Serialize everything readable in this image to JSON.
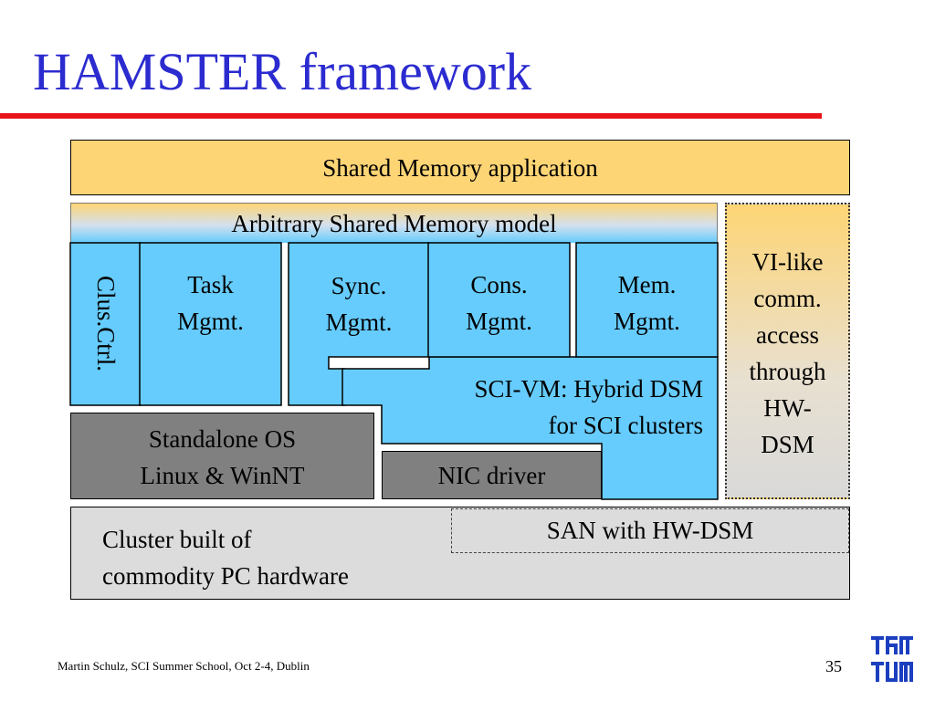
{
  "title": "HAMSTER framework",
  "diagram": {
    "app_layer": "Shared Memory application",
    "model_layer": "Arbitrary Shared Memory model",
    "clus_ctrl": "Clus.Ctrl.",
    "task_mgmt": [
      "Task",
      "Mgmt."
    ],
    "sync_mgmt": [
      "Sync.",
      "Mgmt."
    ],
    "cons_mgmt": [
      "Cons.",
      "Mgmt."
    ],
    "mem_mgmt": [
      "Mem.",
      "Mgmt."
    ],
    "sci_vm": [
      "SCI-VM: Hybrid DSM",
      "for SCI clusters"
    ],
    "vi_access": [
      "VI-like",
      "comm.",
      "access",
      "through",
      "HW-",
      "DSM"
    ],
    "standalone_os": [
      "Standalone OS",
      "Linux & WinNT"
    ],
    "nic_driver": "NIC driver",
    "cluster": [
      "Cluster built of",
      "commodity PC hardware"
    ],
    "san": "SAN with HW-DSM"
  },
  "footer": {
    "text": "Martin Schulz, SCI Summer School, Oct 2-4, Dublin",
    "page_number": "35"
  },
  "colors": {
    "title": "#2b2bd0",
    "rule": "#e8141a",
    "app": "#fed575",
    "blue_layer": "#66ccfd",
    "os_gray": "#808080",
    "cluster_gray": "#dcdcdc"
  },
  "logo": "tum-logo-icon"
}
